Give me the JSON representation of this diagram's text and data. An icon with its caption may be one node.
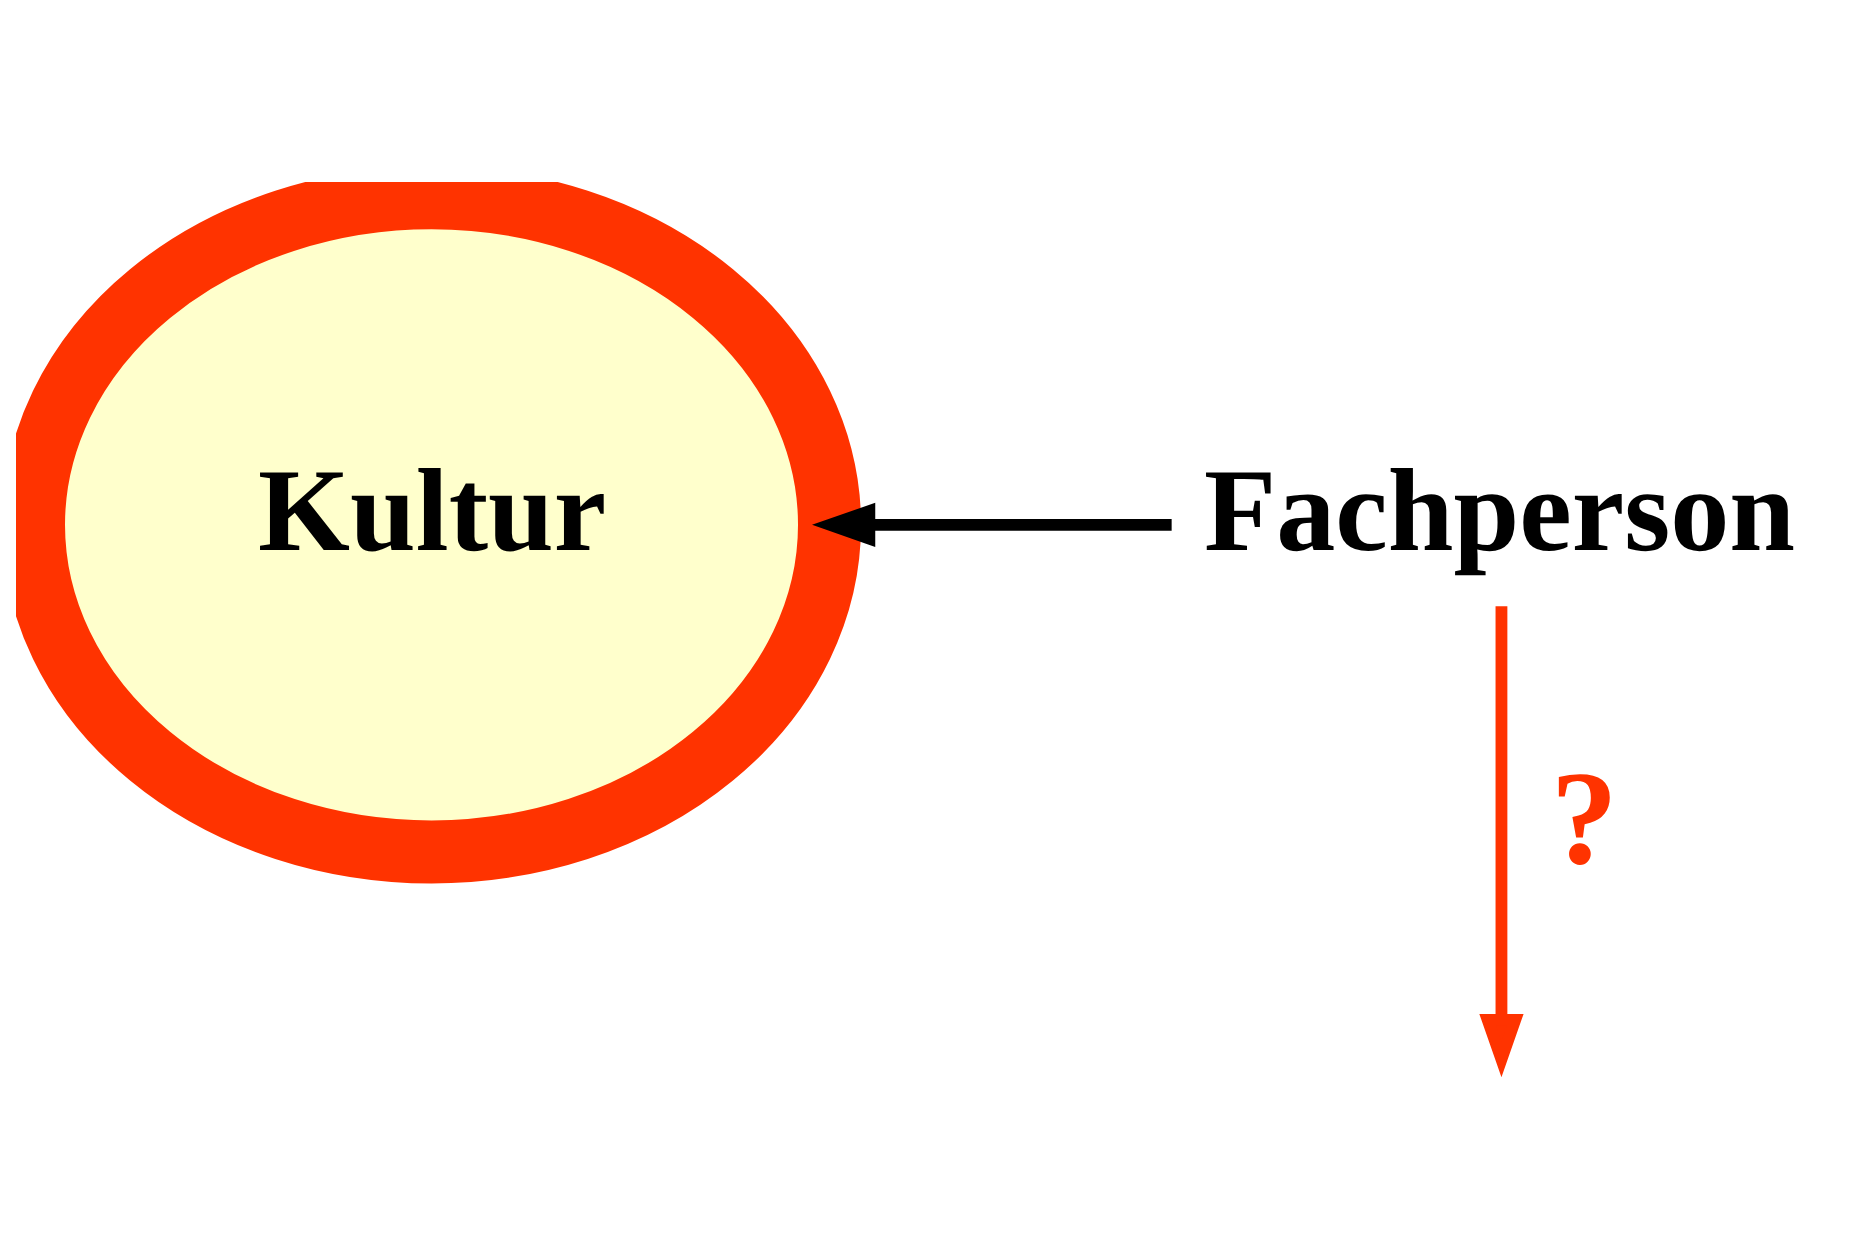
{
  "diagram": {
    "nodes": [
      {
        "text": [
          "Kultur"
        ]
      },
      {
        "text": [
          "Fachperson"
        ]
      }
    ],
    "edges": [
      {
        "from": 1,
        "to": 0,
        "arrow": "to"
      },
      {
        "from": 1,
        "to": null,
        "arrow": "to",
        "color": "#ff3300",
        "label": "?"
      }
    ]
  }
}
